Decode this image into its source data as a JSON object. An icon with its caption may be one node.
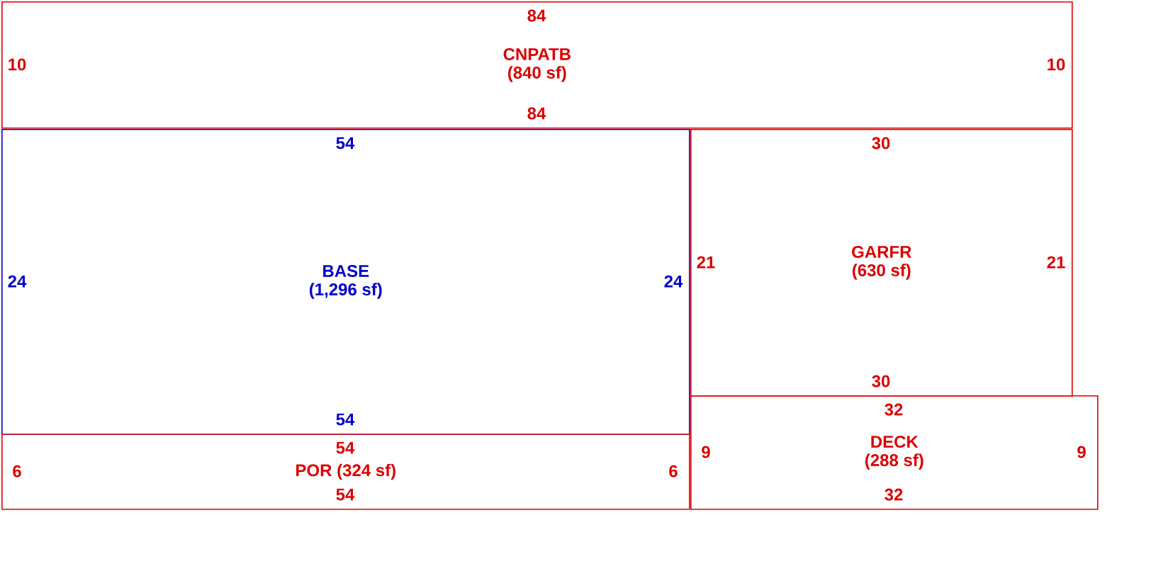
{
  "diagram": {
    "nodes": [
      {
        "text": [
          "CNPATB",
          "(840 sf)",
          "84",
          "10",
          "10",
          "84"
        ]
      },
      {
        "text": [
          "BASE",
          "(1,296 sf)",
          "54",
          "24",
          "24",
          "54"
        ]
      },
      {
        "text": [
          "GARFR",
          "(630 sf)",
          "30",
          "21",
          "21",
          "30"
        ]
      },
      {
        "text": [
          "POR",
          "(324 sf)",
          "54",
          "6",
          "6",
          "54"
        ]
      },
      {
        "text": [
          "DECK",
          "(288 sf)",
          "32",
          "9",
          "9",
          "32"
        ]
      }
    ]
  }
}
